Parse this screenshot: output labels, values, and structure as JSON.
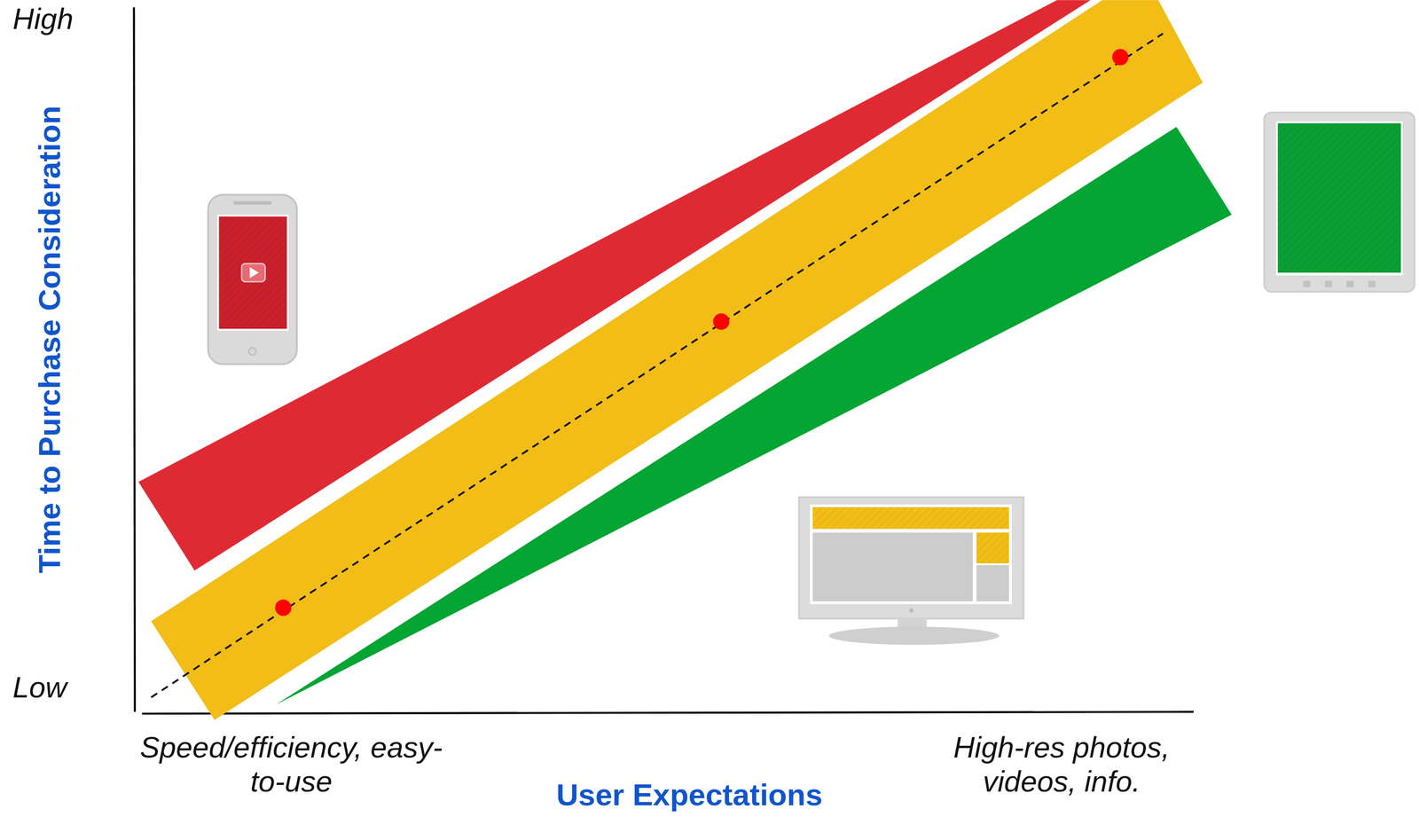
{
  "diagram": {
    "labels": [
      "High",
      "Low",
      "Time to Purchase Consideration",
      "Speed/efficiency, easy-to-use",
      "High-res photos, videos, info.",
      "User Expectations"
    ]
  }
}
